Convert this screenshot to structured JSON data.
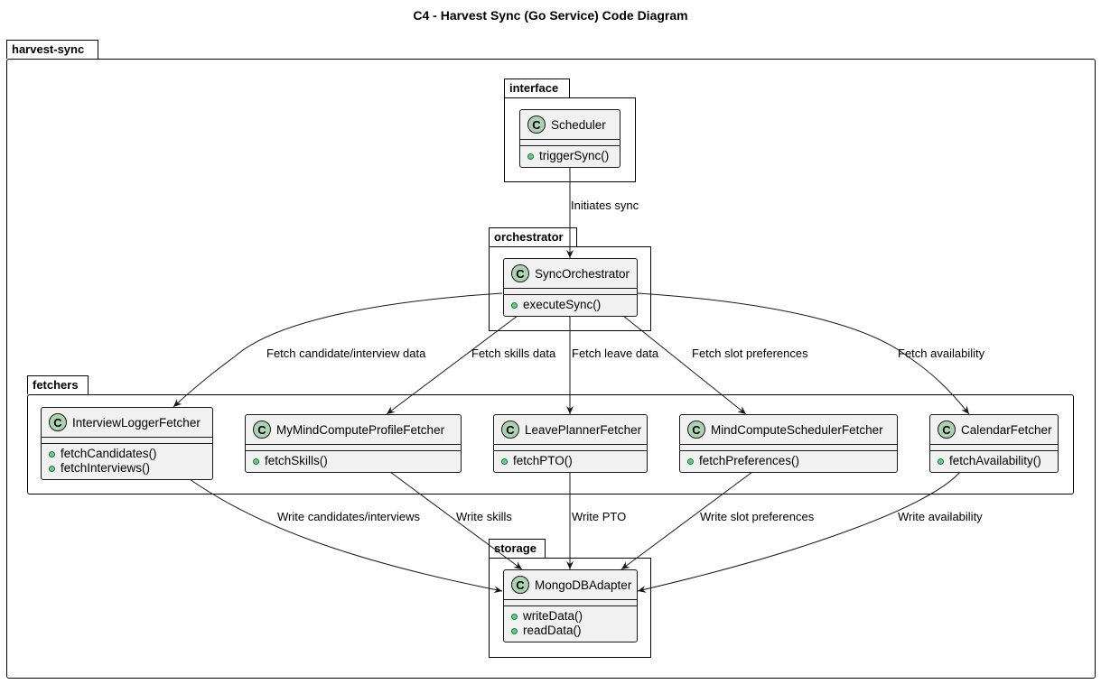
{
  "title": "C4 - Harvest Sync (Go Service) Code Diagram",
  "colors": {
    "class_fill": "#f1f1f1",
    "class_badge": "#add1b2",
    "method_dot": "#84be84",
    "line": "#181818"
  },
  "packages": {
    "root": "harvest-sync",
    "interface": "interface",
    "orchestrator": "orchestrator",
    "fetchers": "fetchers",
    "storage": "storage"
  },
  "classes": {
    "scheduler": {
      "name": "Scheduler",
      "methods": [
        "triggerSync()"
      ]
    },
    "sync_orchestrator": {
      "name": "SyncOrchestrator",
      "methods": [
        "executeSync()"
      ]
    },
    "interview_logger_fetcher": {
      "name": "InterviewLoggerFetcher",
      "methods": [
        "fetchCandidates()",
        "fetchInterviews()"
      ]
    },
    "mymind_compute_profile_fetcher": {
      "name": "MyMindComputeProfileFetcher",
      "methods": [
        "fetchSkills()"
      ]
    },
    "leave_planner_fetcher": {
      "name": "LeavePlannerFetcher",
      "methods": [
        "fetchPTO()"
      ]
    },
    "mind_compute_scheduler_fetcher": {
      "name": "MindComputeSchedulerFetcher",
      "methods": [
        "fetchPreferences()"
      ]
    },
    "calendar_fetcher": {
      "name": "CalendarFetcher",
      "methods": [
        "fetchAvailability()"
      ]
    },
    "mongodb_adapter": {
      "name": "MongoDBAdapter",
      "methods": [
        "writeData()",
        "readData()"
      ]
    }
  },
  "class_badge_letter": "C",
  "edges": {
    "initiates_sync": "Initiates sync",
    "fetch_candidate_interview": "Fetch candidate/interview data",
    "fetch_skills": "Fetch skills data",
    "fetch_leave": "Fetch leave data",
    "fetch_slot_preferences": "Fetch slot preferences",
    "fetch_availability": "Fetch availability",
    "write_candidates_interviews": "Write candidates/interviews",
    "write_skills": "Write skills",
    "write_pto": "Write PTO",
    "write_slot_preferences": "Write slot preferences",
    "write_availability": "Write availability"
  }
}
